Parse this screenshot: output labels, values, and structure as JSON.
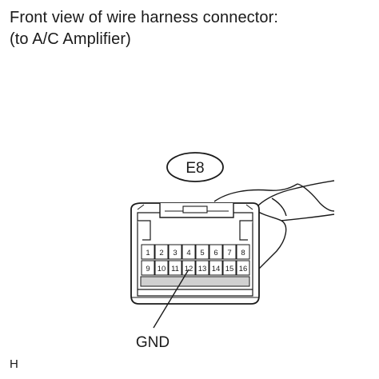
{
  "caption": {
    "line1": "Front view of wire harness connector:",
    "line2": "(to A/C Amplifier)"
  },
  "connector": {
    "id": "E8",
    "pins_top": [
      "1",
      "2",
      "3",
      "4",
      "5",
      "6",
      "7",
      "8"
    ],
    "pins_bottom": [
      "9",
      "10",
      "11",
      "12",
      "13",
      "14",
      "15",
      "16"
    ]
  },
  "callout": {
    "label": "GND",
    "pin": "12"
  },
  "corner_mark": "H"
}
